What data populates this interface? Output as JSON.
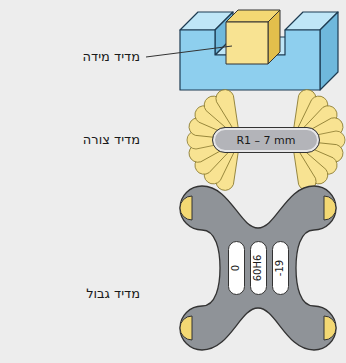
{
  "diagram": {
    "nodes": [
      {
        "text": [
          "R1 – 7 mm"
        ]
      },
      {
        "text": [
          "0"
        ]
      },
      {
        "text": [
          "60H6"
        ]
      },
      {
        "text": [
          "-19"
        ]
      }
    ],
    "labels": [
      "מדיד מידה",
      "מדיד צורה",
      "מדיד גבול"
    ]
  }
}
